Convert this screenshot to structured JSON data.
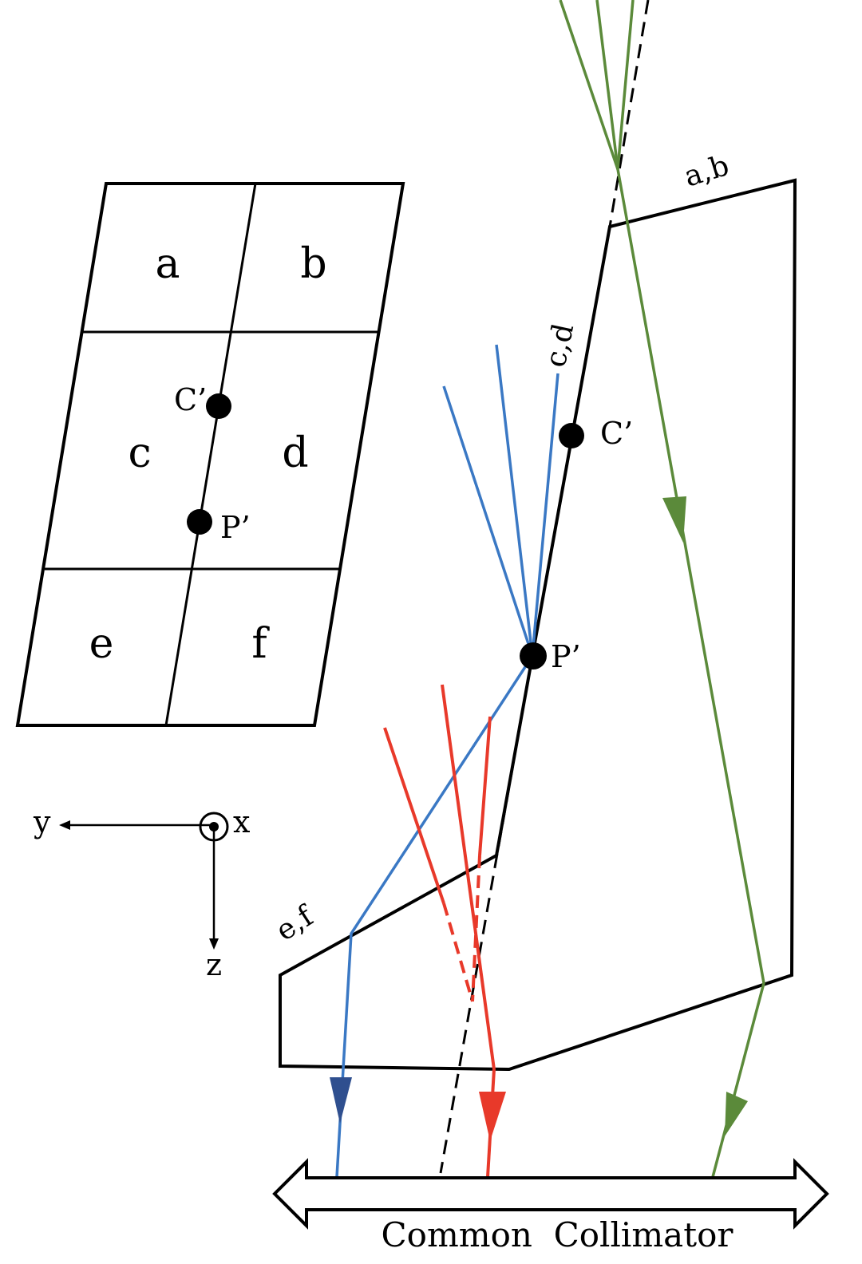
{
  "grid": {
    "cells": {
      "a": "a",
      "b": "b",
      "c": "c",
      "d": "d",
      "e": "e",
      "f": "f"
    },
    "point_c": "C’",
    "point_p": "P’"
  },
  "axes": {
    "y": "y",
    "x": "x",
    "z": "z"
  },
  "facets": {
    "ab": "a,b",
    "cd": "c,d",
    "ef": "e,f"
  },
  "points": {
    "c": "C’",
    "p": "P’"
  },
  "collimator": {
    "label": "Common  Collimator"
  },
  "colors": {
    "green": "#5b8a3a",
    "blue": "#3a78c4",
    "blue_arrow": "#2f4f8f",
    "red": "#e8392a",
    "black": "#000000"
  }
}
